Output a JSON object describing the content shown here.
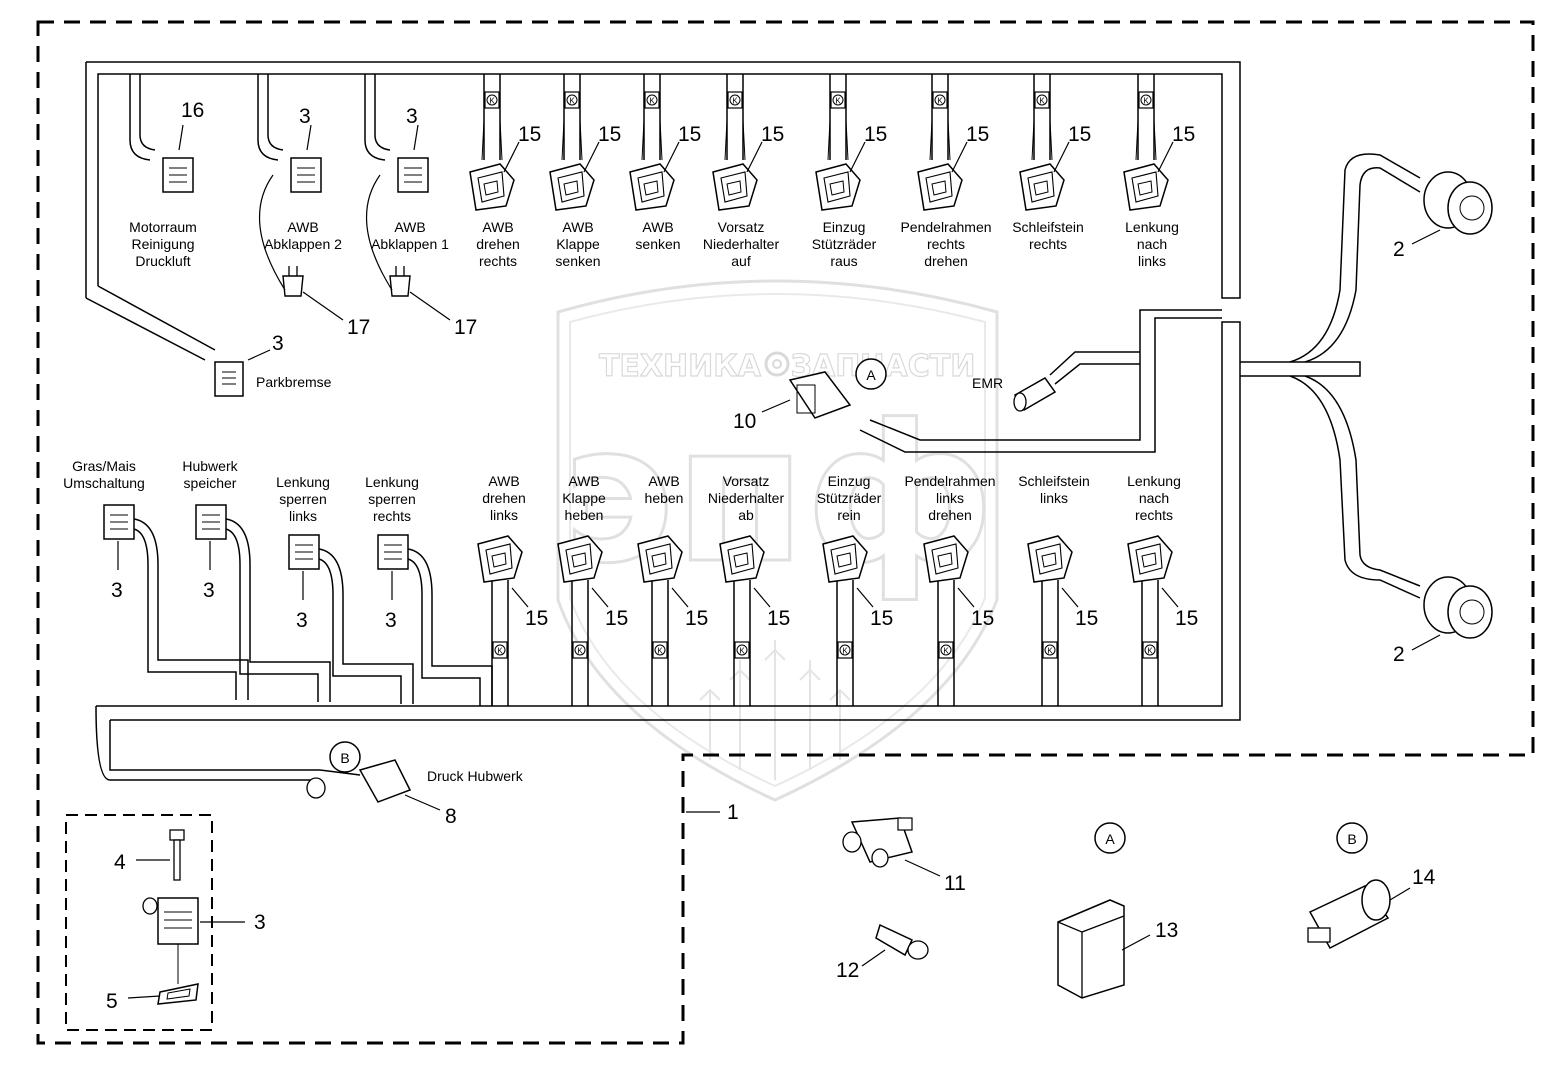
{
  "watermark": {
    "left_word": "ТЕХНИКА",
    "right_word": "ЗАПЧАСТИ",
    "logo_letters": "эпф"
  },
  "top_row": [
    {
      "label": [
        "AWB",
        "drehen",
        "rechts"
      ],
      "part": "15"
    },
    {
      "label": [
        "AWB",
        "Klappe",
        "senken"
      ],
      "part": "15"
    },
    {
      "label": [
        "AWB",
        "senken"
      ],
      "part": "15"
    },
    {
      "label": [
        "Vorsatz",
        "Niederhalter",
        "auf"
      ],
      "part": "15"
    },
    {
      "label": [
        "Einzug",
        "Stützräder",
        "raus"
      ],
      "part": "15"
    },
    {
      "label": [
        "Pendelrahmen",
        "rechts",
        "drehen"
      ],
      "part": "15"
    },
    {
      "label": [
        "Schleifstein",
        "rechts"
      ],
      "part": "15"
    },
    {
      "label": [
        "Lenkung",
        "nach",
        "links"
      ],
      "part": "15"
    }
  ],
  "bottom_row": [
    {
      "label": [
        "AWB",
        "drehen",
        "links"
      ],
      "part": "15"
    },
    {
      "label": [
        "AWB",
        "Klappe",
        "heben"
      ],
      "part": "15"
    },
    {
      "label": [
        "AWB",
        "heben"
      ],
      "part": "15"
    },
    {
      "label": [
        "Vorsatz",
        "Niederhalter",
        "ab"
      ],
      "part": "15"
    },
    {
      "label": [
        "Einzug",
        "Stützräder",
        "rein"
      ],
      "part": "15"
    },
    {
      "label": [
        "Pendelrahmen",
        "links",
        "drehen"
      ],
      "part": "15"
    },
    {
      "label": [
        "Schleifstein",
        "links"
      ],
      "part": "15"
    },
    {
      "label": [
        "Lenkung",
        "nach",
        "rechts"
      ],
      "part": "15"
    }
  ],
  "left_top": [
    {
      "label": [
        "Motorraum",
        "Reinigung",
        "Druckluft"
      ],
      "part": "16"
    },
    {
      "label": [
        "AWB",
        "Abklappen 2"
      ],
      "part": "3",
      "cap_part": "17"
    },
    {
      "label": [
        "AWB",
        "Abklappen 1"
      ],
      "part": "3",
      "cap_part": "17"
    }
  ],
  "parkbremse": {
    "label": "Parkbremse",
    "part": "3"
  },
  "left_bottom": [
    {
      "label": [
        "Gras/Mais",
        "Umschaltung"
      ],
      "part": "3"
    },
    {
      "label": [
        "Hubwerk",
        "speicher"
      ],
      "part": "3"
    },
    {
      "label": [
        "Lenkung",
        "sperren",
        "links"
      ],
      "part": "3"
    },
    {
      "label": [
        "Lenkung",
        "sperren",
        "rechts"
      ],
      "part": "3"
    }
  ],
  "right_plugs": {
    "upper_part": "2",
    "lower_part": "2"
  },
  "emr": {
    "label": "EMR"
  },
  "center_connector": {
    "part": "10",
    "ref": "A"
  },
  "druck_hubwerk": {
    "label": "Druck Hubwerk",
    "part": "8",
    "ref": "B"
  },
  "harness": {
    "part": "1"
  },
  "kit": {
    "bolt": "4",
    "valve": "3",
    "seal": "5"
  },
  "loose_parts": {
    "tee": "11",
    "pin": "12",
    "cap_ref": "A",
    "cap": "13",
    "sensor_ref": "B",
    "sensor": "14"
  },
  "k_marker": "K"
}
